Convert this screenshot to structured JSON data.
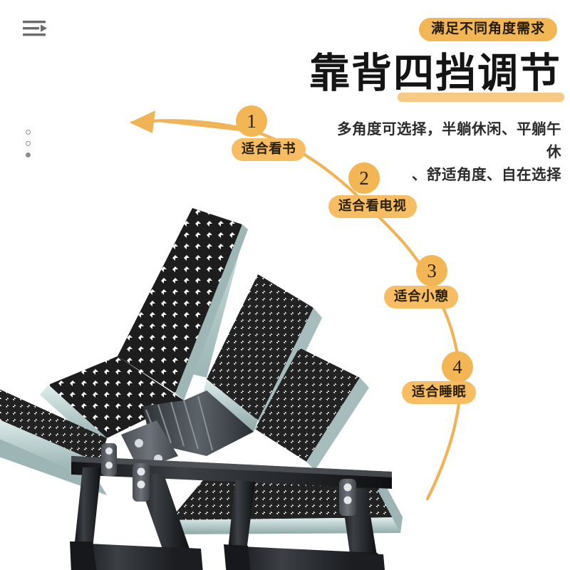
{
  "page": {
    "background_color": "#ffffff",
    "accent_color": "#f2b654",
    "accent_light_color": "#f6c987",
    "text_color": "#141414"
  },
  "header": {
    "menu_icon": "indent-list-icon",
    "side_dots_icon": "vertical-dots-icon",
    "badge_label": "满足不同角度需求",
    "title": "靠背四挡调节",
    "subtitle_line1": "多角度可选择，半躺休闲、平躺午休",
    "subtitle_line2": "、舒适角度、自在选择"
  },
  "steps": [
    {
      "number": "1",
      "label": "适合看书"
    },
    {
      "number": "2",
      "label": "适合看电视"
    },
    {
      "number": "3",
      "label": "适合小憩"
    },
    {
      "number": "4",
      "label": "适合睡眠"
    }
  ],
  "product": {
    "name": "折叠午休床靠背",
    "fabric_pattern": "houndstooth",
    "fabric_colors": [
      "#ffffff",
      "#1d1d1d"
    ],
    "frame_side_color": "#b9cfce",
    "leg_color": "#2b2d30",
    "arrow_icon": "left-arrow-icon"
  }
}
